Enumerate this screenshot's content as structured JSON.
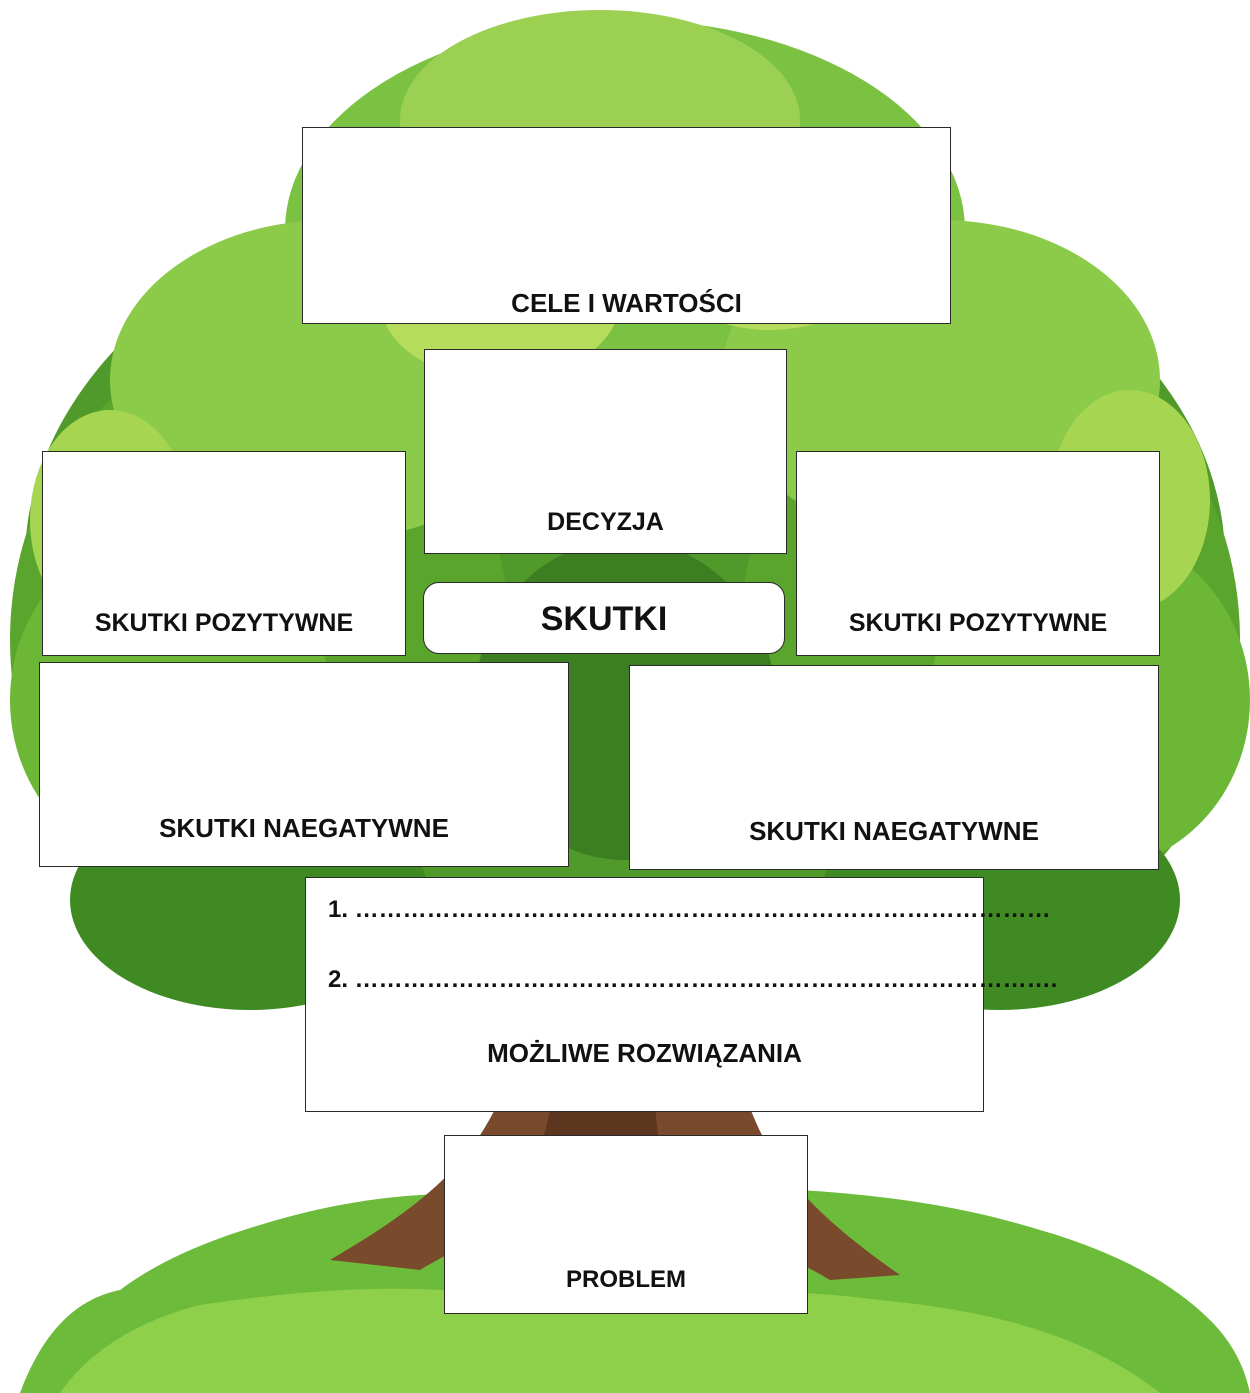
{
  "colors": {
    "foliage_dark": "#4f9a2a",
    "foliage_mid": "#7cc242",
    "foliage_light": "#b5dc5a",
    "trunk": "#7a4a2c",
    "grass": "#6dbb3a",
    "box_border": "#2a2a2a"
  },
  "boxes": {
    "cele": "CELE I WARTOŚCI",
    "decyzja": "DECYZJA",
    "skutki": "SKUTKI",
    "pozytywne_left": "SKUTKI POZYTYWNE",
    "pozytywne_right": "SKUTKI POZYTYWNE",
    "negatywne_left": "SKUTKI NAEGATYWNE",
    "negatywne_right": "SKUTKI NAEGATYWNE",
    "rozwiazania": "MOŻLIWE ROZWIĄZANIA",
    "problem": "PROBLEM"
  },
  "solutions": {
    "line1": "1. ……………………………………………………………………………",
    "line2": "2. ……………………………………………………………………………."
  }
}
